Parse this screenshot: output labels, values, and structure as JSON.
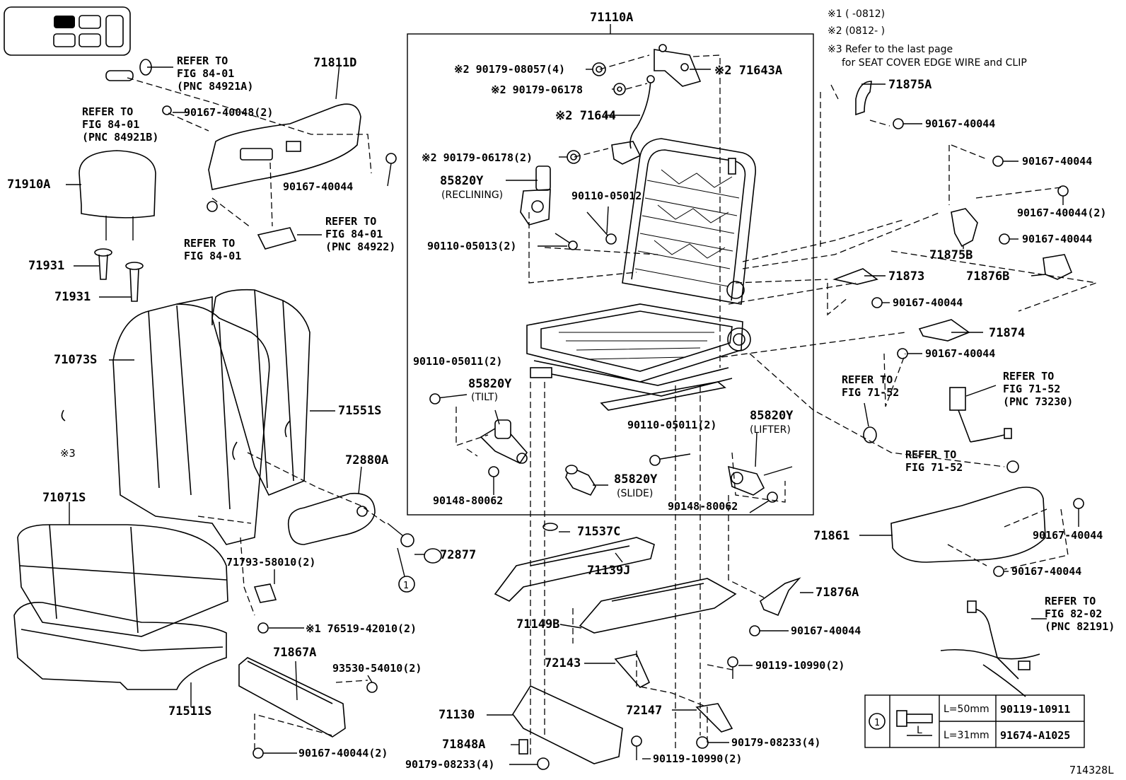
{
  "header": {
    "notes": [
      "※1 (      -0812)",
      "※2 (0812-      )",
      "※3 Refer to the last page",
      "for SEAT COVER EDGE WIRE and CLIP"
    ]
  },
  "frame_title": "71110A",
  "labels": {
    "l71811D": "71811D",
    "l71910A": "71910A",
    "l71931a": "71931",
    "l71931b": "71931",
    "l71073S": "71073S",
    "l71551S": "71551S",
    "l72880A": "72880A",
    "l71071S": "71071S",
    "l72877": "72877",
    "l71511S": "71511S",
    "l71867A": "71867A",
    "l71643A": "※2 71643A",
    "l71644": "※2 71644",
    "l90179_08057": "※2 90179-08057(4)",
    "l90179_06178a": "※2 90179-06178",
    "l90179_06178b": "※2 90179-06178(2)",
    "l85820Y_r": "85820Y",
    "l85820Y_r_sub": "(RECLINING)",
    "l90110_05012": "90110-05012",
    "l90110_05013": "90110-05013(2)",
    "l90110_05011a": "90110-05011(2)",
    "l85820Y_t": "85820Y",
    "l85820Y_t_sub": "(TILT)",
    "l90148_80062a": "90148-80062",
    "l85820Y_s": "85820Y",
    "l85820Y_s_sub": "(SLIDE)",
    "l90110_05011b": "90110-05011(2)",
    "l85820Y_l": "85820Y",
    "l85820Y_l_sub": "(LIFTER)",
    "l90148_80062b": "90148-80062",
    "l71537C": "71537C",
    "l71139J": "71139J",
    "l71149B": "71149B",
    "l72143": "72143",
    "l72147": "72147",
    "l71130": "71130",
    "l71848A": "71848A",
    "l90179_08233a": "90179-08233(4)",
    "l90119_10990a": "90119-10990(2)",
    "l90179_08233b": "90179-08233(4)",
    "l90119_10990b": "90119-10990(2)",
    "l71876A": "71876A",
    "l90167_40044_876": "90167-40044",
    "l71875A": "71875A",
    "l90167_40044_r1": "90167-40044",
    "l90167_40044_r2": "90167-40044",
    "l90167_40044_r3": "90167-40044(2)",
    "l90167_40044_r4": "90167-40044",
    "l71875B": "71875B",
    "l71876B": "71876B",
    "l71873": "71873",
    "l90167_40044_873": "90167-40044",
    "l71874": "71874",
    "l90167_40044_874": "90167-40044",
    "l71861": "71861",
    "l90167_40044_861a": "90167-40044",
    "l90167_40044_861b": "90167-40044",
    "l90167_40048": "90167-40048(2)",
    "l90167_40044_811": "90167-40044",
    "l71793": "71793-58010(2)",
    "l76519": "※1 76519-42010(2)",
    "l93530": "93530-54010(2)",
    "l90167_40044_867": "90167-40044(2)",
    "l3mark": "※3",
    "callout1": "1"
  },
  "refs": {
    "r84921A": [
      "REFER TO",
      "FIG 84-01",
      "(PNC 84921A)"
    ],
    "r84921B": [
      "REFER TO",
      "FIG 84-01",
      "(PNC 84921B)"
    ],
    "r84922": [
      "REFER TO",
      "FIG 84-01",
      "(PNC 84922)"
    ],
    "r8401": [
      "REFER TO",
      "FIG 84-01"
    ],
    "r7152a": [
      "REFER TO",
      "FIG 71-52"
    ],
    "r73230": [
      "REFER TO",
      "FIG 71-52",
      "(PNC 73230)"
    ],
    "r7152b": [
      "REFER TO",
      "FIG 71-52"
    ],
    "r82191": [
      "REFER TO",
      "FIG 82-02",
      "(PNC 82191)"
    ]
  },
  "bolt_table": {
    "callout": "1",
    "rows": [
      {
        "length": "L=50mm",
        "part": "90119-10911"
      },
      {
        "length": "L=31mm",
        "part": "91674-A1025"
      }
    ],
    "dim_label": "L"
  },
  "figure_code": "714328L"
}
